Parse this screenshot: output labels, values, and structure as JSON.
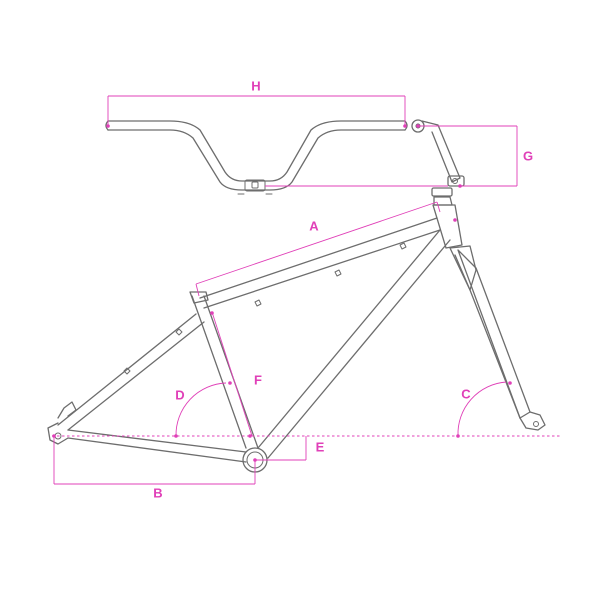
{
  "diagram": {
    "type": "bike-frame-geometry",
    "colors": {
      "frame": "#6d6d6d",
      "dimension": "#e040b8",
      "background": "#ffffff"
    },
    "dimension_labels": {
      "a": "A",
      "b": "B",
      "c": "C",
      "d": "D",
      "e": "E",
      "f": "F",
      "g": "G",
      "h": "H"
    }
  }
}
